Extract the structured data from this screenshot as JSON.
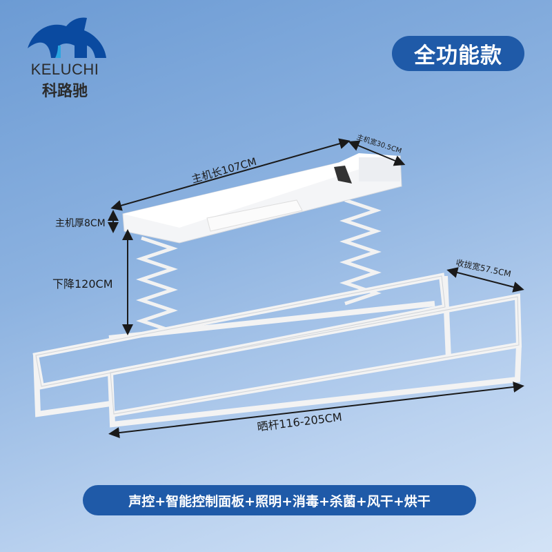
{
  "brand": {
    "name_en": "KELUCHI",
    "name_cn": "科路驰"
  },
  "badge": "全功能款",
  "dimensions": {
    "host_length": "主机长107CM",
    "host_width": "主机宽30.5CM",
    "host_thickness": "主机厚8CM",
    "drop": "下降120CM",
    "folded_width": "收拢宽57.5CM",
    "rod_length": "晒杆116-205CM"
  },
  "features": "声控+智能控制面板+照明+消毒+杀菌+风干+烘干",
  "colors": {
    "accent": "#1f5aa8",
    "logo_blue": "#0a4aa0",
    "logo_cyan": "#2aa5e0"
  }
}
